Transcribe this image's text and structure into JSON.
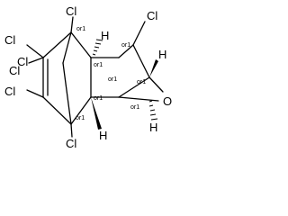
{
  "molecule": {
    "atom_labels": {
      "cl_bridge": "Cl",
      "cl_top_left": "Cl",
      "cl_upper_left": "Cl",
      "cl_mid_left": "Cl",
      "cl_lower_left": "Cl",
      "cl_bottom": "Cl",
      "cl_right": "Cl",
      "h_upper_mid": "H",
      "h_upper_right": "H",
      "h_lower_mid": "H",
      "h_lower_right": "H",
      "oxygen": "O"
    },
    "stereo_labels": {
      "s1": "or1",
      "s2": "or1",
      "s3": "or1",
      "s4": "or1",
      "s5": "or1",
      "s6": "or1",
      "s7": "or1",
      "s8": "or1"
    }
  }
}
